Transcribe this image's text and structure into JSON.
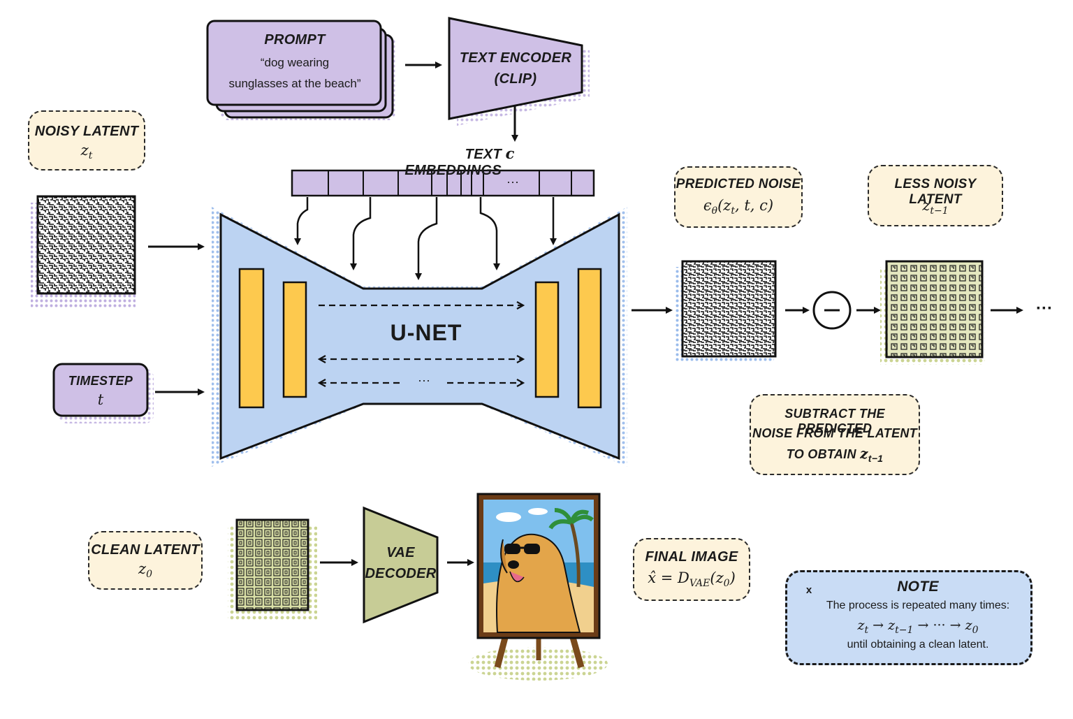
{
  "prompt": {
    "title": "PROMPT",
    "text_line1": "“dog wearing",
    "text_line2": "sunglasses at the beach”"
  },
  "text_encoder": {
    "line1": "TEXT ENCODER",
    "line2": "(CLIP)"
  },
  "text_embeddings": {
    "label": "TEXT EMBEDDINGS",
    "symbol": "c",
    "ellipsis": "···"
  },
  "noisy_latent": {
    "title": "NOISY LATENT",
    "symbol": "z",
    "subscript": "t"
  },
  "timestep": {
    "title": "TIMESTEP",
    "symbol": "t"
  },
  "unet": {
    "title": "U-NET",
    "ellipsis": "···"
  },
  "predicted_noise": {
    "title": "PREDICTED NOISE",
    "formula": "ϵ",
    "formula_sub": "θ",
    "formula_args": "(z",
    "formula_args_sub": "t",
    "formula_rest": ", t, c)"
  },
  "less_noisy_latent": {
    "title": "LESS NOISY LATENT",
    "symbol": "z",
    "subscript": "t−1"
  },
  "subtract": {
    "symbol": "−",
    "line1": "SUBTRACT THE PREDICTED",
    "line2": "NOISE FROM THE LATENT",
    "line3": "TO OBTAIN",
    "symbol_z": "z",
    "subscript": "t−1"
  },
  "continuation": "···",
  "clean_latent": {
    "title": "CLEAN LATENT",
    "symbol": "z",
    "subscript": "0"
  },
  "vae_decoder": {
    "line1": "VAE",
    "line2": "DECODER"
  },
  "final_image": {
    "title": "FINAL IMAGE",
    "formula_pre": "x̂ = D",
    "formula_sub": "VAE",
    "formula_post": "(z",
    "formula_post_sub": "0",
    "formula_end": ")"
  },
  "note": {
    "title": "NOTE",
    "line1": "The process is repeated many times:",
    "seq_z1": "z",
    "seq_sub1": "t",
    "seq_z2": "z",
    "seq_sub2": "t−1",
    "seq_dots": "···",
    "seq_z3": "z",
    "seq_sub3": "0",
    "arrow": "→",
    "line3": "until obtaining a clean latent.",
    "pin_icon_mark": "x"
  },
  "colors": {
    "purple": "#cfc0e6",
    "blue": "#bcd3f2",
    "yellow": "#fdc94e",
    "cream": "#fdf3dc",
    "olive": "#cfd59a",
    "vae_green": "#c7cc96"
  }
}
